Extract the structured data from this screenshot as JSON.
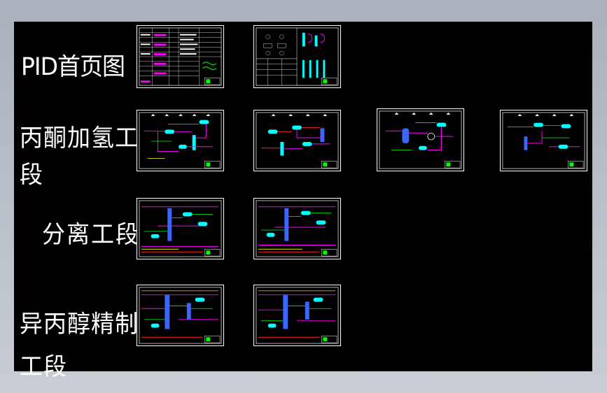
{
  "colors": {
    "background": "#000000",
    "frame": "#ffffff",
    "magenta": "#ff00ff",
    "cyan": "#00ffff",
    "green": "#00ff00",
    "yellow": "#ffff00",
    "red": "#ff2020",
    "blue": "#3a66ff",
    "orange": "#ff9a2a"
  },
  "sections": [
    {
      "id": "pid-cover",
      "label": "PID首页图",
      "sheets": 2
    },
    {
      "id": "acetone-hydrogenation",
      "label": "丙酮加氢工\n段",
      "sheets": 4
    },
    {
      "id": "separation",
      "label": "分离工段",
      "sheets": 2
    },
    {
      "id": "ipa-refining",
      "label": "异丙醇精制\n工段",
      "sheets": 2
    }
  ]
}
